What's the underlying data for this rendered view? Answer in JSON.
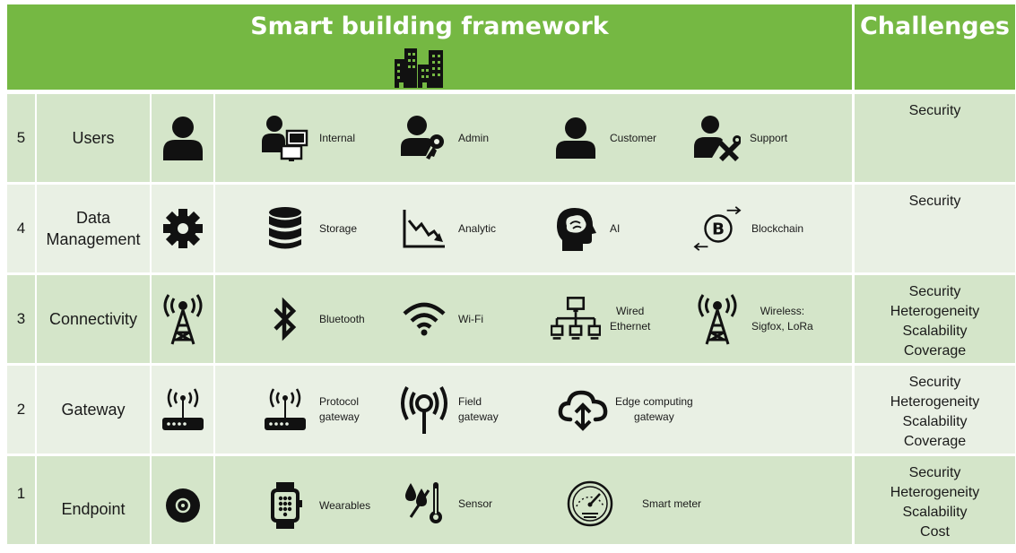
{
  "header": {
    "title": "Smart building framework",
    "challenges_title": "Challenges"
  },
  "rows": [
    {
      "num": "5",
      "name": "Users",
      "icon": "person-icon",
      "items": [
        {
          "label": "Internal",
          "icon": "internal-user-computer-icon"
        },
        {
          "label": "Admin",
          "icon": "admin-key-icon"
        },
        {
          "label": "Customer",
          "icon": "customer-icon"
        },
        {
          "label": "Support",
          "icon": "support-tools-icon"
        }
      ],
      "challenges": [
        "Security"
      ]
    },
    {
      "num": "4",
      "name": "Data Management",
      "icon": "gear-icon",
      "items": [
        {
          "label": "Storage",
          "icon": "database-icon"
        },
        {
          "label": "Analytic",
          "icon": "analytics-chart-icon"
        },
        {
          "label": "AI",
          "icon": "brain-head-icon"
        },
        {
          "label": "Blockchain",
          "icon": "bitcoin-icon"
        }
      ],
      "challenges": [
        "Security"
      ]
    },
    {
      "num": "3",
      "name": "Connectivity",
      "icon": "antenna-tower-icon",
      "items": [
        {
          "label": "Bluetooth",
          "icon": "bluetooth-icon"
        },
        {
          "label": "Wi-Fi",
          "icon": "wifi-icon"
        },
        {
          "label": "Wired\nEthernet",
          "icon": "network-icon"
        },
        {
          "label": "Wireless:\nSigfox, LoRa",
          "icon": "antenna-tower-icon"
        }
      ],
      "challenges": [
        "Security",
        "Heterogeneity",
        "Scalability",
        "Coverage"
      ]
    },
    {
      "num": "2",
      "name": "Gateway",
      "icon": "router-icon",
      "items": [
        {
          "label": "Protocol\ngateway",
          "icon": "router-icon"
        },
        {
          "label": "Field\ngateway",
          "icon": "signal-icon"
        },
        {
          "label": "Edge computing\ngateway",
          "icon": "cloud-icon"
        }
      ],
      "challenges": [
        "Security",
        "Heterogeneity",
        "Scalability",
        "Coverage"
      ]
    },
    {
      "num": "1",
      "name": "Endpoint",
      "icon": "disc-icon",
      "items": [
        {
          "label": "Wearables",
          "icon": "smartwatch-icon"
        },
        {
          "label": "Sensor",
          "icon": "thermometer-drop-icon"
        },
        {
          "label": "Smart meter",
          "icon": "gauge-icon"
        }
      ],
      "challenges": [
        "Security",
        "Heterogeneity",
        "Scalability",
        "Cost"
      ]
    }
  ]
}
